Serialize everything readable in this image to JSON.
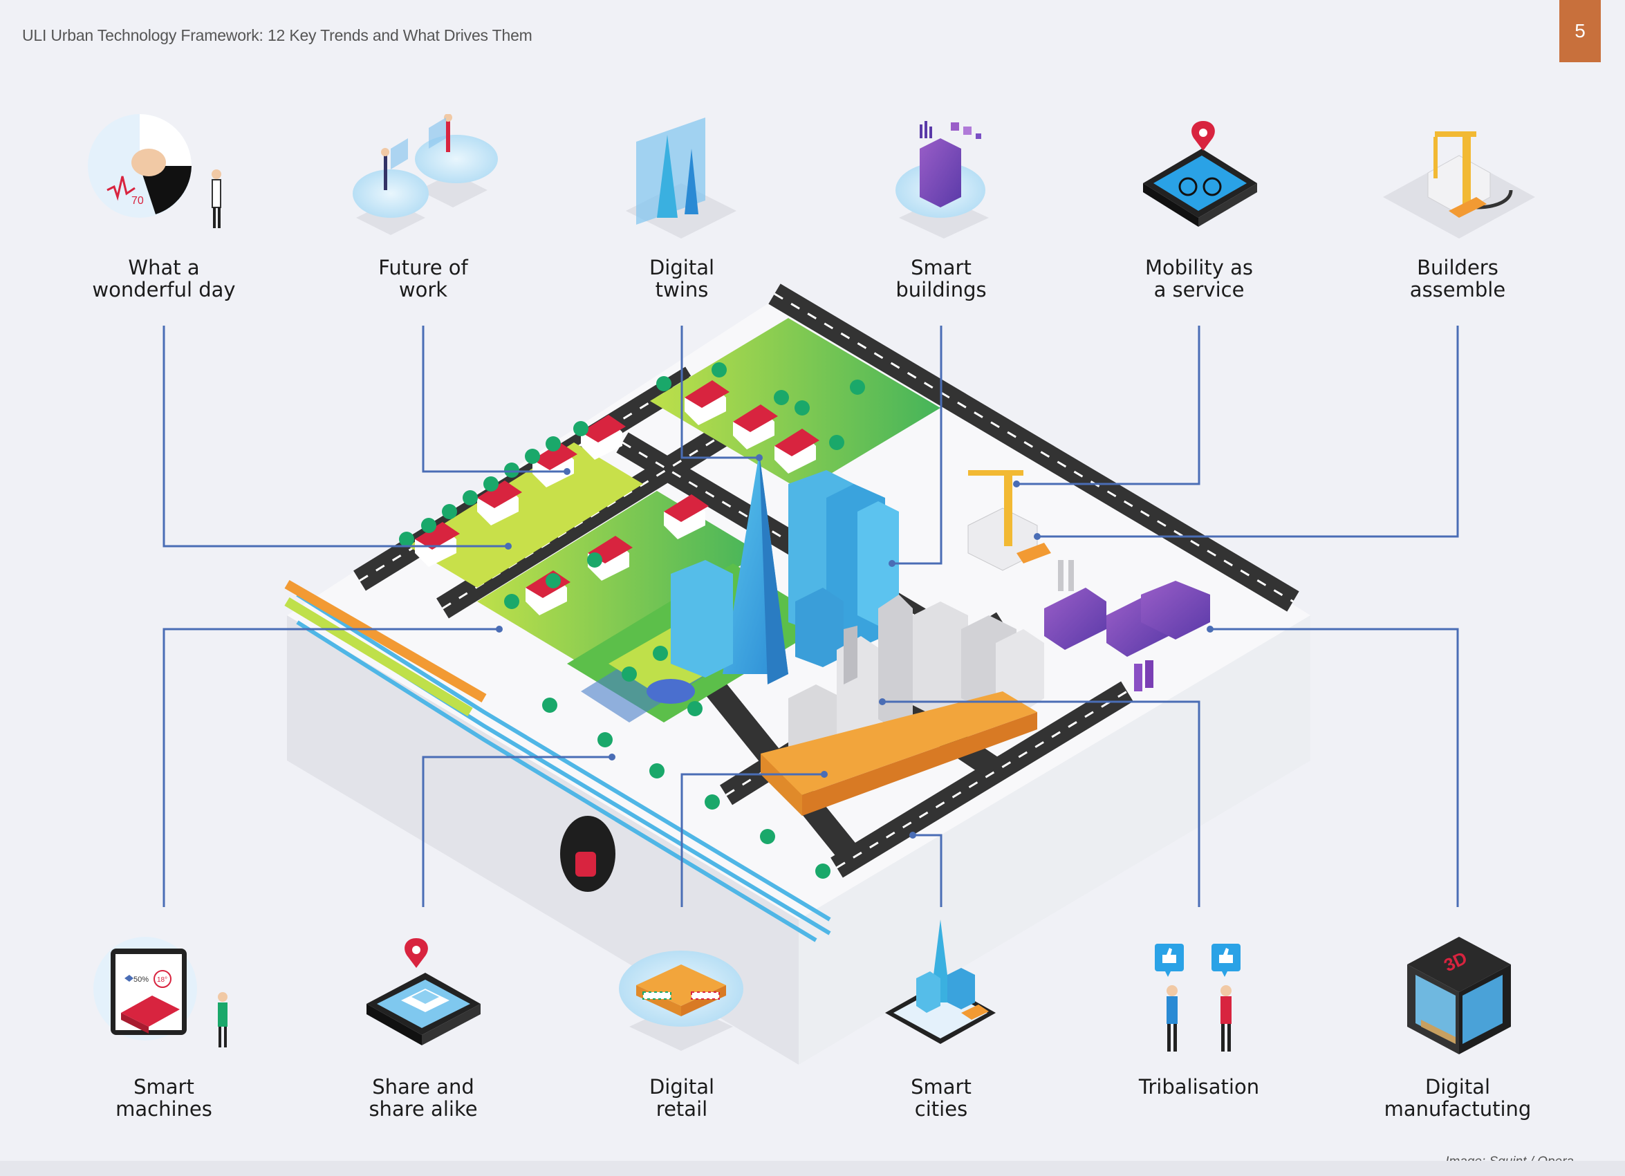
{
  "header": {
    "title": "ULI Urban Technology Framework: 12 Key Trends and What Drives Them",
    "page_number": "5"
  },
  "caption": "Image: Squint / Opera",
  "trends_top": [
    {
      "line1": "What a",
      "line2": "wonderful day"
    },
    {
      "line1": "Future of",
      "line2": "work"
    },
    {
      "line1": "Digital",
      "line2": "twins"
    },
    {
      "line1": "Smart",
      "line2": "buildings"
    },
    {
      "line1": "Mobility as",
      "line2": "a service"
    },
    {
      "line1": "Builders",
      "line2": "assemble"
    }
  ],
  "trends_bottom": [
    {
      "line1": "Smart",
      "line2": "machines"
    },
    {
      "line1": "Share and",
      "line2": "share alike"
    },
    {
      "line1": "Digital",
      "line2": "retail"
    },
    {
      "line1": "Smart",
      "line2": "cities"
    },
    {
      "line1": "Tribalisation",
      "line2": ""
    },
    {
      "line1": "Digital",
      "line2": "manufactuting"
    }
  ],
  "icon_text": {
    "smart_machines_badge_a": "50%",
    "smart_machines_badge_b": "18°",
    "printer_label": "3D",
    "heart_rate": "70"
  },
  "colors": {
    "connector": "#4a6db5",
    "accent": "#c8703c",
    "tower": "#3ab0e0",
    "roof": "#d8243f",
    "grass": "#7cc440",
    "road": "#333333"
  }
}
